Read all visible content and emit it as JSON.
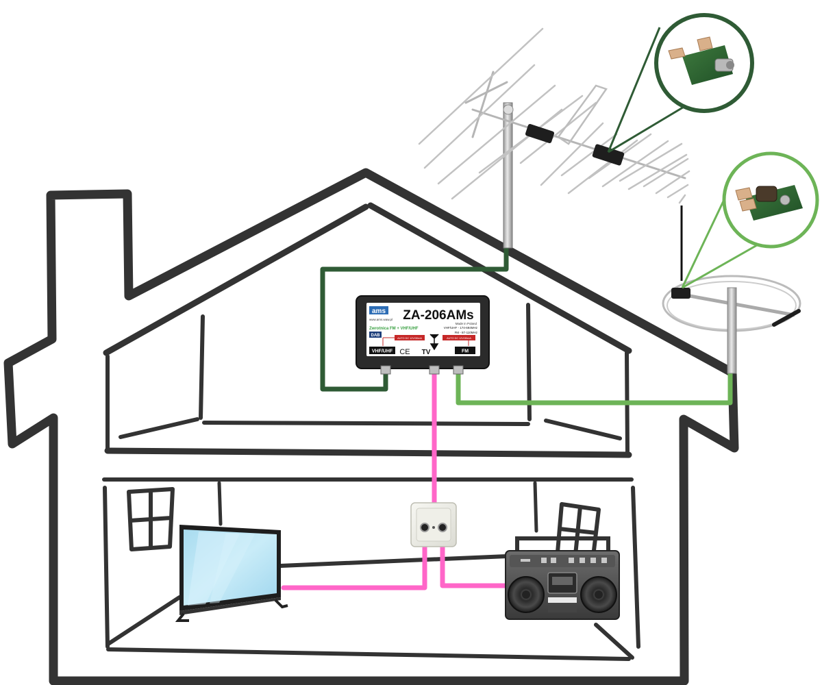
{
  "diagram": {
    "device": {
      "brand": "ams",
      "model": "ZA-206AMs",
      "website": "www.ams.waw.pl",
      "origin": "Made in Poland",
      "subtitle": "Zwrotnica FM + VHF/UHF",
      "badge": "DAB",
      "spec_vhf_uhf": "VHF/UHF - 174-694MHz",
      "spec_fm": "FM - 87-110MHz",
      "power_left": "AUTO DC 12V/30mA",
      "power_right": "AUTO DC 12V/30mA",
      "port_vhf_uhf": "VHF/UHF",
      "mark_ce": "CE",
      "port_tv": "TV",
      "port_fm": "FM"
    },
    "colors": {
      "vhf_uhf_cable": "#2f5b35",
      "fm_cable": "#6db457",
      "output_cable": "#ff66c8",
      "house_outline": "#333333",
      "device_body": "#2b2b2b",
      "tv_screen": "#b6e3f4"
    },
    "icons": {
      "tv_antenna": "yagi-antenna-icon",
      "fm_antenna": "fm-ring-antenna-icon",
      "wall_socket": "wall-socket-icon",
      "television": "television-icon",
      "radio": "boombox-radio-icon",
      "amplifier_vhf_uhf": "amplifier-board-icon",
      "amplifier_fm": "amplifier-board-icon"
    }
  }
}
